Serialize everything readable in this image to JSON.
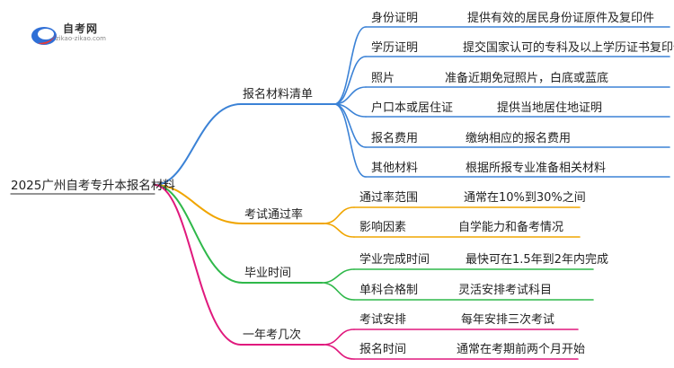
{
  "logo": {
    "title": "自考网",
    "url": "zikao-zikao.com"
  },
  "root": "2025广州自考专升本报名材料",
  "branches": [
    {
      "label": "报名材料清单",
      "color": "#3b82d6",
      "items": [
        {
          "label": "身份证明",
          "detail": "提供有效的居民身份证原件及复印件"
        },
        {
          "label": "学历证明",
          "detail": "提交国家认可的专科及以上学历证书复印件"
        },
        {
          "label": "照片",
          "detail": "准备近期免冠照片，白底或蓝底"
        },
        {
          "label": "户口本或居住证",
          "detail": "提供当地居住地证明"
        },
        {
          "label": "报名费用",
          "detail": "缴纳相应的报名费用"
        },
        {
          "label": "其他材料",
          "detail": "根据所报专业准备相关材料"
        }
      ]
    },
    {
      "label": "考试通过率",
      "color": "#f0a500",
      "items": [
        {
          "label": "通过率范围",
          "detail": "通常在10%到30%之间"
        },
        {
          "label": "影响因素",
          "detail": "自学能力和备考情况"
        }
      ]
    },
    {
      "label": "毕业时间",
      "color": "#2fb84a",
      "items": [
        {
          "label": "学业完成时间",
          "detail": "最快可在1.5年到2年内完成"
        },
        {
          "label": "单科合格制",
          "detail": "灵活安排考试科目"
        }
      ]
    },
    {
      "label": "一年考几次",
      "color": "#e0197d",
      "items": [
        {
          "label": "考试安排",
          "detail": "每年安排三次考试"
        },
        {
          "label": "报名时间",
          "detail": "通常在考期前两个月开始"
        }
      ]
    }
  ]
}
